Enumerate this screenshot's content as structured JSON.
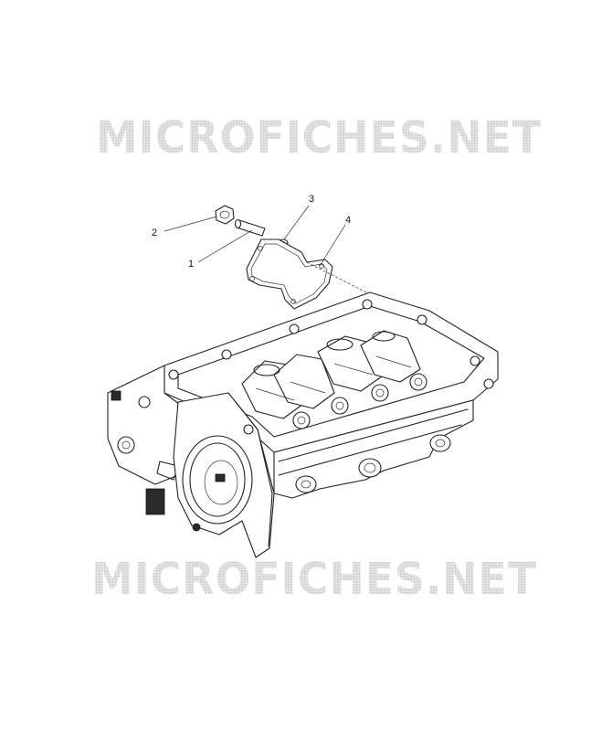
{
  "watermark": {
    "text": "MICROFICHES.NET"
  },
  "callouts": [
    {
      "id": "1",
      "label": "1"
    },
    {
      "id": "2",
      "label": "2"
    },
    {
      "id": "3",
      "label": "3"
    },
    {
      "id": "4",
      "label": "4"
    }
  ]
}
